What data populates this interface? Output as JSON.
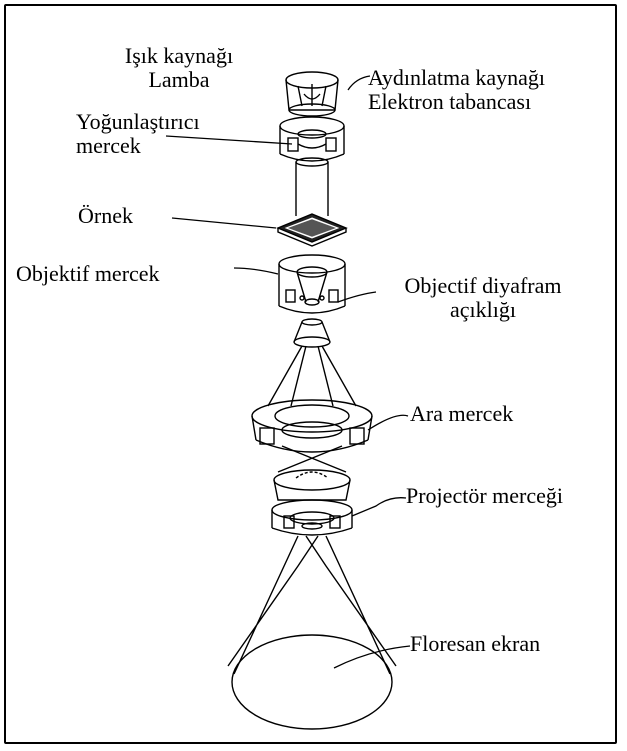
{
  "labels": {
    "light_source_line1": "Işık kaynağı",
    "light_source_line2": "Lamba",
    "illumination_line1": "Aydınlatma kaynağı",
    "illumination_line2": "Elektron tabancası",
    "condenser_line1": "Yoğunlaştırıcı",
    "condenser_line2": "mercek",
    "specimen": "Örnek",
    "objective_lens": "Objektif mercek",
    "objective_aperture_line1": "Objectif diyafram",
    "objective_aperture_line2": "açıklığı",
    "intermediate_lens": "Ara mercek",
    "projector_lens": "Projectör merceği",
    "fluorescent_screen": "Floresan ekran"
  },
  "colors": {
    "line": "#000000",
    "background": "#ffffff"
  }
}
